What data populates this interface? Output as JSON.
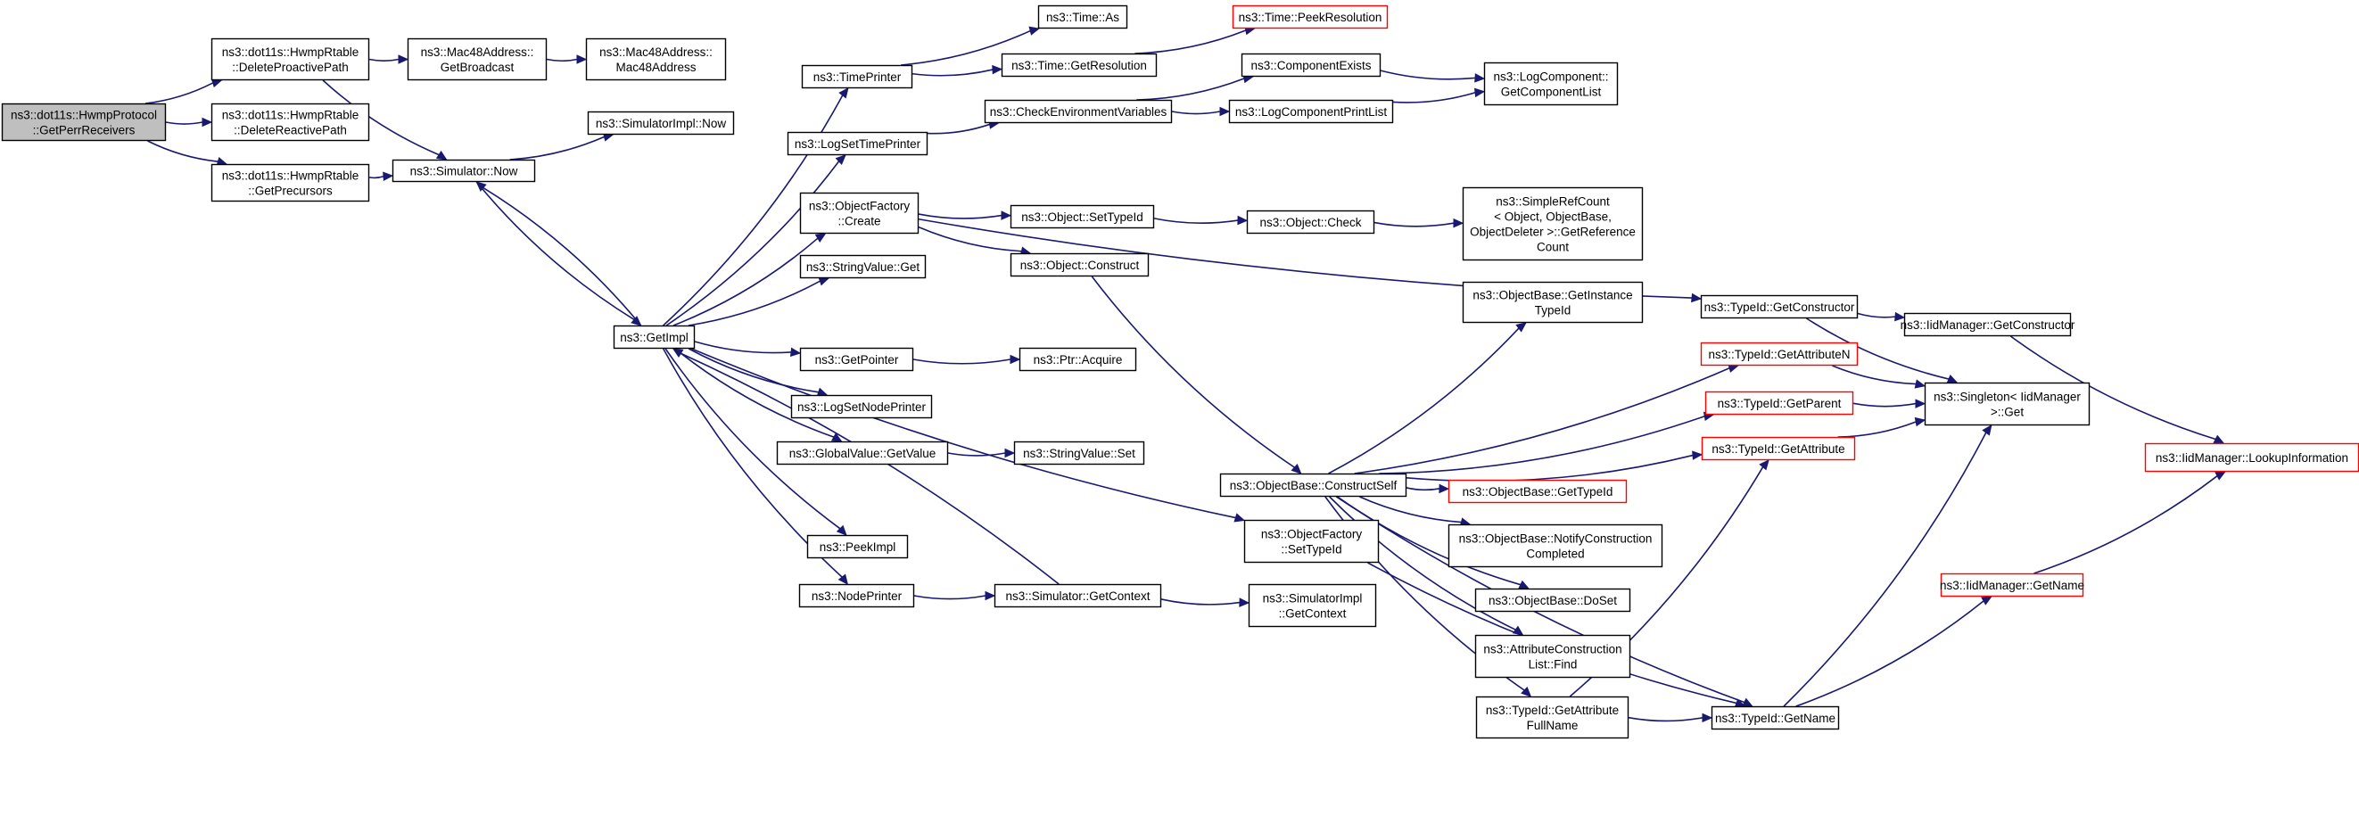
{
  "diagram": {
    "type": "call-graph",
    "colors": {
      "edge": "#191970",
      "node_border": "#000000",
      "truncated_border": "#ff0000",
      "root_fill": "#bfbfbf",
      "node_fill": "#ffffff"
    },
    "nodes": [
      {
        "id": "root",
        "lines": [
          "ns3::dot11s::HwmpProtocol",
          "::GetPerrReceivers"
        ],
        "kind": "root"
      },
      {
        "id": "delProAct",
        "lines": [
          "ns3::dot11s::HwmpRtable",
          "::DeleteProactivePath"
        ],
        "kind": "normal"
      },
      {
        "id": "delReact",
        "lines": [
          "ns3::dot11s::HwmpRtable",
          "::DeleteReactivePath"
        ],
        "kind": "normal"
      },
      {
        "id": "getPrec",
        "lines": [
          "ns3::dot11s::HwmpRtable",
          "::GetPrecursors"
        ],
        "kind": "normal"
      },
      {
        "id": "macBcast",
        "lines": [
          "ns3::Mac48Address::",
          "GetBroadcast"
        ],
        "kind": "normal"
      },
      {
        "id": "macCtor",
        "lines": [
          "ns3::Mac48Address::",
          "Mac48Address"
        ],
        "kind": "normal"
      },
      {
        "id": "simNow",
        "lines": [
          "ns3::Simulator::Now"
        ],
        "kind": "normal"
      },
      {
        "id": "simImplNow",
        "lines": [
          "ns3::SimulatorImpl::Now"
        ],
        "kind": "normal"
      },
      {
        "id": "getImpl",
        "lines": [
          "ns3::GetImpl"
        ],
        "kind": "normal"
      },
      {
        "id": "timeAs",
        "lines": [
          "ns3::Time::As"
        ],
        "kind": "normal"
      },
      {
        "id": "peekRes",
        "lines": [
          "ns3::Time::PeekResolution"
        ],
        "kind": "truncated"
      },
      {
        "id": "timePrinter",
        "lines": [
          "ns3::TimePrinter"
        ],
        "kind": "normal"
      },
      {
        "id": "getRes",
        "lines": [
          "ns3::Time::GetResolution"
        ],
        "kind": "normal"
      },
      {
        "id": "compExists",
        "lines": [
          "ns3::ComponentExists"
        ],
        "kind": "normal"
      },
      {
        "id": "logTimePrinter",
        "lines": [
          "ns3::LogSetTimePrinter"
        ],
        "kind": "normal"
      },
      {
        "id": "checkEnv",
        "lines": [
          "ns3::CheckEnvironmentVariables"
        ],
        "kind": "normal"
      },
      {
        "id": "logCompPrint",
        "lines": [
          "ns3::LogComponentPrintList"
        ],
        "kind": "normal"
      },
      {
        "id": "logCompGet",
        "lines": [
          "ns3::LogComponent::",
          "GetComponentList"
        ],
        "kind": "normal"
      },
      {
        "id": "objFactCreate",
        "lines": [
          "ns3::ObjectFactory",
          "::Create"
        ],
        "kind": "normal"
      },
      {
        "id": "objSetTid",
        "lines": [
          "ns3::Object::SetTypeId"
        ],
        "kind": "normal"
      },
      {
        "id": "objCheck",
        "lines": [
          "ns3::Object::Check"
        ],
        "kind": "normal"
      },
      {
        "id": "refCount",
        "lines": [
          "ns3::SimpleRefCount",
          "< Object, ObjectBase,",
          "ObjectDeleter >::GetReference",
          "Count"
        ],
        "kind": "normal"
      },
      {
        "id": "strGet",
        "lines": [
          "ns3::StringValue::Get"
        ],
        "kind": "normal"
      },
      {
        "id": "objConstruct",
        "lines": [
          "ns3::Object::Construct"
        ],
        "kind": "normal"
      },
      {
        "id": "getInstTid",
        "lines": [
          "ns3::ObjectBase::GetInstance",
          "TypeId"
        ],
        "kind": "normal"
      },
      {
        "id": "tidGetCtor",
        "lines": [
          "ns3::TypeId::GetConstructor"
        ],
        "kind": "normal"
      },
      {
        "id": "iidGetCtor",
        "lines": [
          "ns3::IidManager::GetConstructor"
        ],
        "kind": "normal"
      },
      {
        "id": "getPointer",
        "lines": [
          "ns3::GetPointer"
        ],
        "kind": "normal"
      },
      {
        "id": "ptrAcquire",
        "lines": [
          "ns3::Ptr::Acquire"
        ],
        "kind": "normal"
      },
      {
        "id": "tidGetAttrN",
        "lines": [
          "ns3::TypeId::GetAttributeN"
        ],
        "kind": "truncated"
      },
      {
        "id": "singletonGet",
        "lines": [
          "ns3::Singleton< IidManager",
          ">::Get"
        ],
        "kind": "normal"
      },
      {
        "id": "logNodePrinter",
        "lines": [
          "ns3::LogSetNodePrinter"
        ],
        "kind": "normal"
      },
      {
        "id": "tidGetParent",
        "lines": [
          "ns3::TypeId::GetParent"
        ],
        "kind": "truncated"
      },
      {
        "id": "lookupInfo",
        "lines": [
          "ns3::IidManager::LookupInformation"
        ],
        "kind": "truncated"
      },
      {
        "id": "gvGetValue",
        "lines": [
          "ns3::GlobalValue::GetValue"
        ],
        "kind": "normal"
      },
      {
        "id": "strSet",
        "lines": [
          "ns3::StringValue::Set"
        ],
        "kind": "normal"
      },
      {
        "id": "tidGetAttr",
        "lines": [
          "ns3::TypeId::GetAttribute"
        ],
        "kind": "truncated"
      },
      {
        "id": "obConstructSelf",
        "lines": [
          "ns3::ObjectBase::ConstructSelf"
        ],
        "kind": "normal"
      },
      {
        "id": "obGetTid",
        "lines": [
          "ns3::ObjectBase::GetTypeId"
        ],
        "kind": "truncated"
      },
      {
        "id": "ofSetTid",
        "lines": [
          "ns3::ObjectFactory",
          "::SetTypeId"
        ],
        "kind": "normal"
      },
      {
        "id": "obNotify",
        "lines": [
          "ns3::ObjectBase::NotifyConstruction",
          "Completed"
        ],
        "kind": "normal"
      },
      {
        "id": "peekImpl",
        "lines": [
          "ns3::PeekImpl"
        ],
        "kind": "normal"
      },
      {
        "id": "iidGetName",
        "lines": [
          "ns3::IidManager::GetName"
        ],
        "kind": "truncated"
      },
      {
        "id": "nodePrinter",
        "lines": [
          "ns3::NodePrinter"
        ],
        "kind": "normal"
      },
      {
        "id": "simGetCtx",
        "lines": [
          "ns3::Simulator::GetContext"
        ],
        "kind": "normal"
      },
      {
        "id": "simImplGetCtx",
        "lines": [
          "ns3::SimulatorImpl",
          "::GetContext"
        ],
        "kind": "normal"
      },
      {
        "id": "obDoSet",
        "lines": [
          "ns3::ObjectBase::DoSet"
        ],
        "kind": "normal"
      },
      {
        "id": "acFind",
        "lines": [
          "ns3::AttributeConstruction",
          "List::Find"
        ],
        "kind": "normal"
      },
      {
        "id": "tidGetAttrFull",
        "lines": [
          "ns3::TypeId::GetAttribute",
          "FullName"
        ],
        "kind": "normal"
      },
      {
        "id": "tidGetName",
        "lines": [
          "ns3::TypeId::GetName"
        ],
        "kind": "normal"
      }
    ],
    "edges": [
      [
        "root",
        "delProAct"
      ],
      [
        "root",
        "delReact"
      ],
      [
        "root",
        "getPrec"
      ],
      [
        "delProAct",
        "macBcast"
      ],
      [
        "macBcast",
        "macCtor"
      ],
      [
        "delProAct",
        "simNow"
      ],
      [
        "getPrec",
        "simNow"
      ],
      [
        "simNow",
        "simImplNow"
      ],
      [
        "simNow",
        "getImpl"
      ],
      [
        "getImpl",
        "simNow"
      ],
      [
        "getImpl",
        "timePrinter"
      ],
      [
        "timePrinter",
        "timeAs"
      ],
      [
        "timePrinter",
        "getRes"
      ],
      [
        "getRes",
        "peekRes"
      ],
      [
        "getImpl",
        "logTimePrinter"
      ],
      [
        "logTimePrinter",
        "checkEnv"
      ],
      [
        "checkEnv",
        "compExists"
      ],
      [
        "checkEnv",
        "logCompPrint"
      ],
      [
        "compExists",
        "logCompGet"
      ],
      [
        "logCompPrint",
        "logCompGet"
      ],
      [
        "getImpl",
        "objFactCreate"
      ],
      [
        "objFactCreate",
        "objSetTid"
      ],
      [
        "objSetTid",
        "objCheck"
      ],
      [
        "objCheck",
        "refCount"
      ],
      [
        "objFactCreate",
        "objConstruct"
      ],
      [
        "objFactCreate",
        "tidGetCtor"
      ],
      [
        "getImpl",
        "strGet"
      ],
      [
        "getImpl",
        "ofSetTid"
      ],
      [
        "objConstruct",
        "obConstructSelf"
      ],
      [
        "getImpl",
        "getPointer"
      ],
      [
        "getPointer",
        "ptrAcquire"
      ],
      [
        "getImpl",
        "logNodePrinter"
      ],
      [
        "getImpl",
        "gvGetValue"
      ],
      [
        "gvGetValue",
        "strSet"
      ],
      [
        "getImpl",
        "peekImpl"
      ],
      [
        "getImpl",
        "nodePrinter"
      ],
      [
        "nodePrinter",
        "simGetCtx"
      ],
      [
        "simGetCtx",
        "getImpl"
      ],
      [
        "simGetCtx",
        "simImplGetCtx"
      ],
      [
        "obConstructSelf",
        "getInstTid"
      ],
      [
        "obConstructSelf",
        "tidGetAttrN"
      ],
      [
        "obConstructSelf",
        "tidGetParent"
      ],
      [
        "obConstructSelf",
        "tidGetAttr"
      ],
      [
        "obConstructSelf",
        "obGetTid"
      ],
      [
        "obConstructSelf",
        "obNotify"
      ],
      [
        "obConstructSelf",
        "obDoSet"
      ],
      [
        "obConstructSelf",
        "acFind"
      ],
      [
        "obConstructSelf",
        "tidGetAttrFull"
      ],
      [
        "obConstructSelf",
        "tidGetName"
      ],
      [
        "ofSetTid",
        "tidGetName"
      ],
      [
        "tidGetCtor",
        "iidGetCtor"
      ],
      [
        "tidGetCtor",
        "singletonGet"
      ],
      [
        "tidGetAttrN",
        "singletonGet"
      ],
      [
        "tidGetParent",
        "singletonGet"
      ],
      [
        "tidGetAttr",
        "singletonGet"
      ],
      [
        "tidGetAttrFull",
        "tidGetAttr"
      ],
      [
        "tidGetAttrFull",
        "tidGetName"
      ],
      [
        "tidGetName",
        "singletonGet"
      ],
      [
        "tidGetName",
        "iidGetName"
      ],
      [
        "iidGetCtor",
        "lookupInfo"
      ],
      [
        "iidGetName",
        "lookupInfo"
      ]
    ]
  }
}
